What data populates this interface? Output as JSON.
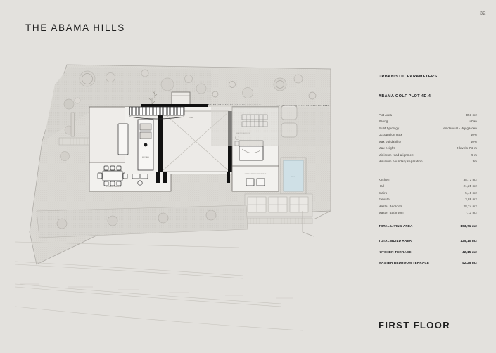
{
  "document": {
    "title": "THE ABAMA HILLS",
    "page_number": "32",
    "footer_title": "FIRST FLOOR"
  },
  "spec_panel": {
    "heading": "URBANISTIC PARAMETERS",
    "subheading": "ABAMA GOLF PLOT 4D-4",
    "urbanistic": [
      {
        "label": "Plot Area",
        "value": "951 m2"
      },
      {
        "label": "Rating",
        "value": "urban"
      },
      {
        "label": "Build typology",
        "value": "residencial - dry garden"
      },
      {
        "label": "Occupation max",
        "value": "40%"
      },
      {
        "label": "Max buildability",
        "value": "40%"
      },
      {
        "label": "Max height",
        "value": "2 levels 7,2 m"
      },
      {
        "label": "Minimum road alignment",
        "value": "5 m"
      },
      {
        "label": "Minimum boundary separation",
        "value": "3m"
      }
    ],
    "areas": [
      {
        "label": "Kitchen",
        "value": "38,73 m2"
      },
      {
        "label": "Hall",
        "value": "21,25 m2"
      },
      {
        "label": "Stairs",
        "value": "5,40 m2"
      },
      {
        "label": "Elevator",
        "value": "3,88 m2"
      },
      {
        "label": "Master Bedroom",
        "value": "28,24 m2"
      },
      {
        "label": "Master Bathroom",
        "value": "7,11 m2"
      }
    ],
    "totals": [
      {
        "label": "TOTAL LIVING AREA",
        "value": "103,71 m2"
      },
      {
        "label": "TOTAL BUILD AREA",
        "value": "125,10 m2"
      },
      {
        "label": "KITCHEN TERRACE",
        "value": "42,15 m2"
      },
      {
        "label": "MASTER BEDROOM TERRACE",
        "value": "42,25 m2"
      }
    ]
  },
  "drawing": {
    "name": "first-floor-site-plan",
    "colors": {
      "page_background": "#e3e1dd",
      "site_fill": "#dedcd7",
      "terrace_fill": "#d9d7d2",
      "interior_fill": "#f2f1ee",
      "wall_black": "#101010",
      "pool_fill": "#cfe0e6",
      "line": "#8d8a85"
    },
    "labels": {
      "void": "VOID",
      "kitchen": "KITCHEN",
      "kitchen_terrace": "KITCHEN TERRACE",
      "master_bedroom": "MASTER BEDROOM",
      "master_bathroom": "MASTER BATHROOM",
      "master_bedroom_terrace": "MASTER BEDROOM TERRACE",
      "pool": "POOL"
    }
  }
}
